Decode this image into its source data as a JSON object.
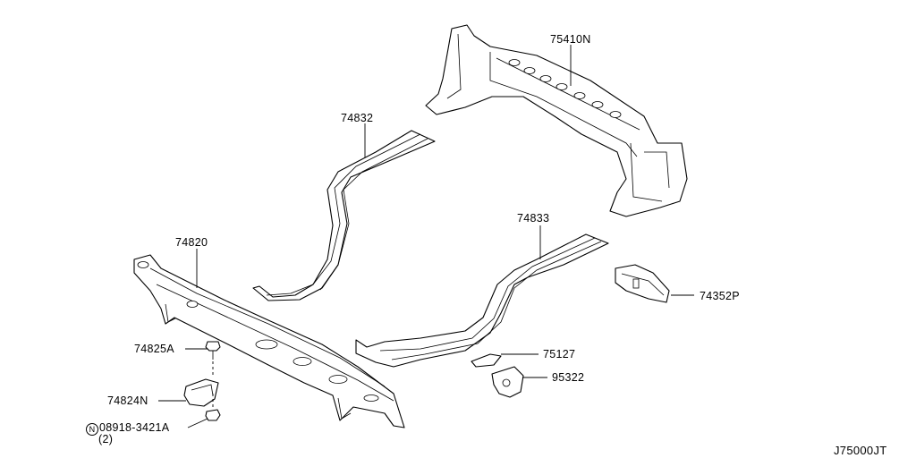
{
  "labels": {
    "p75410n": "75410N",
    "p74832": "74832",
    "p74833": "74833",
    "p74820": "74820",
    "p74352p": "74352P",
    "p74825a": "74825A",
    "p75127": "75127",
    "p95322": "95322",
    "p74824n": "74824N",
    "p08918": "08918-3421A",
    "p08918_prefix": "N",
    "p08918_qty": "(2)"
  },
  "diagram_code": "J75000JT"
}
